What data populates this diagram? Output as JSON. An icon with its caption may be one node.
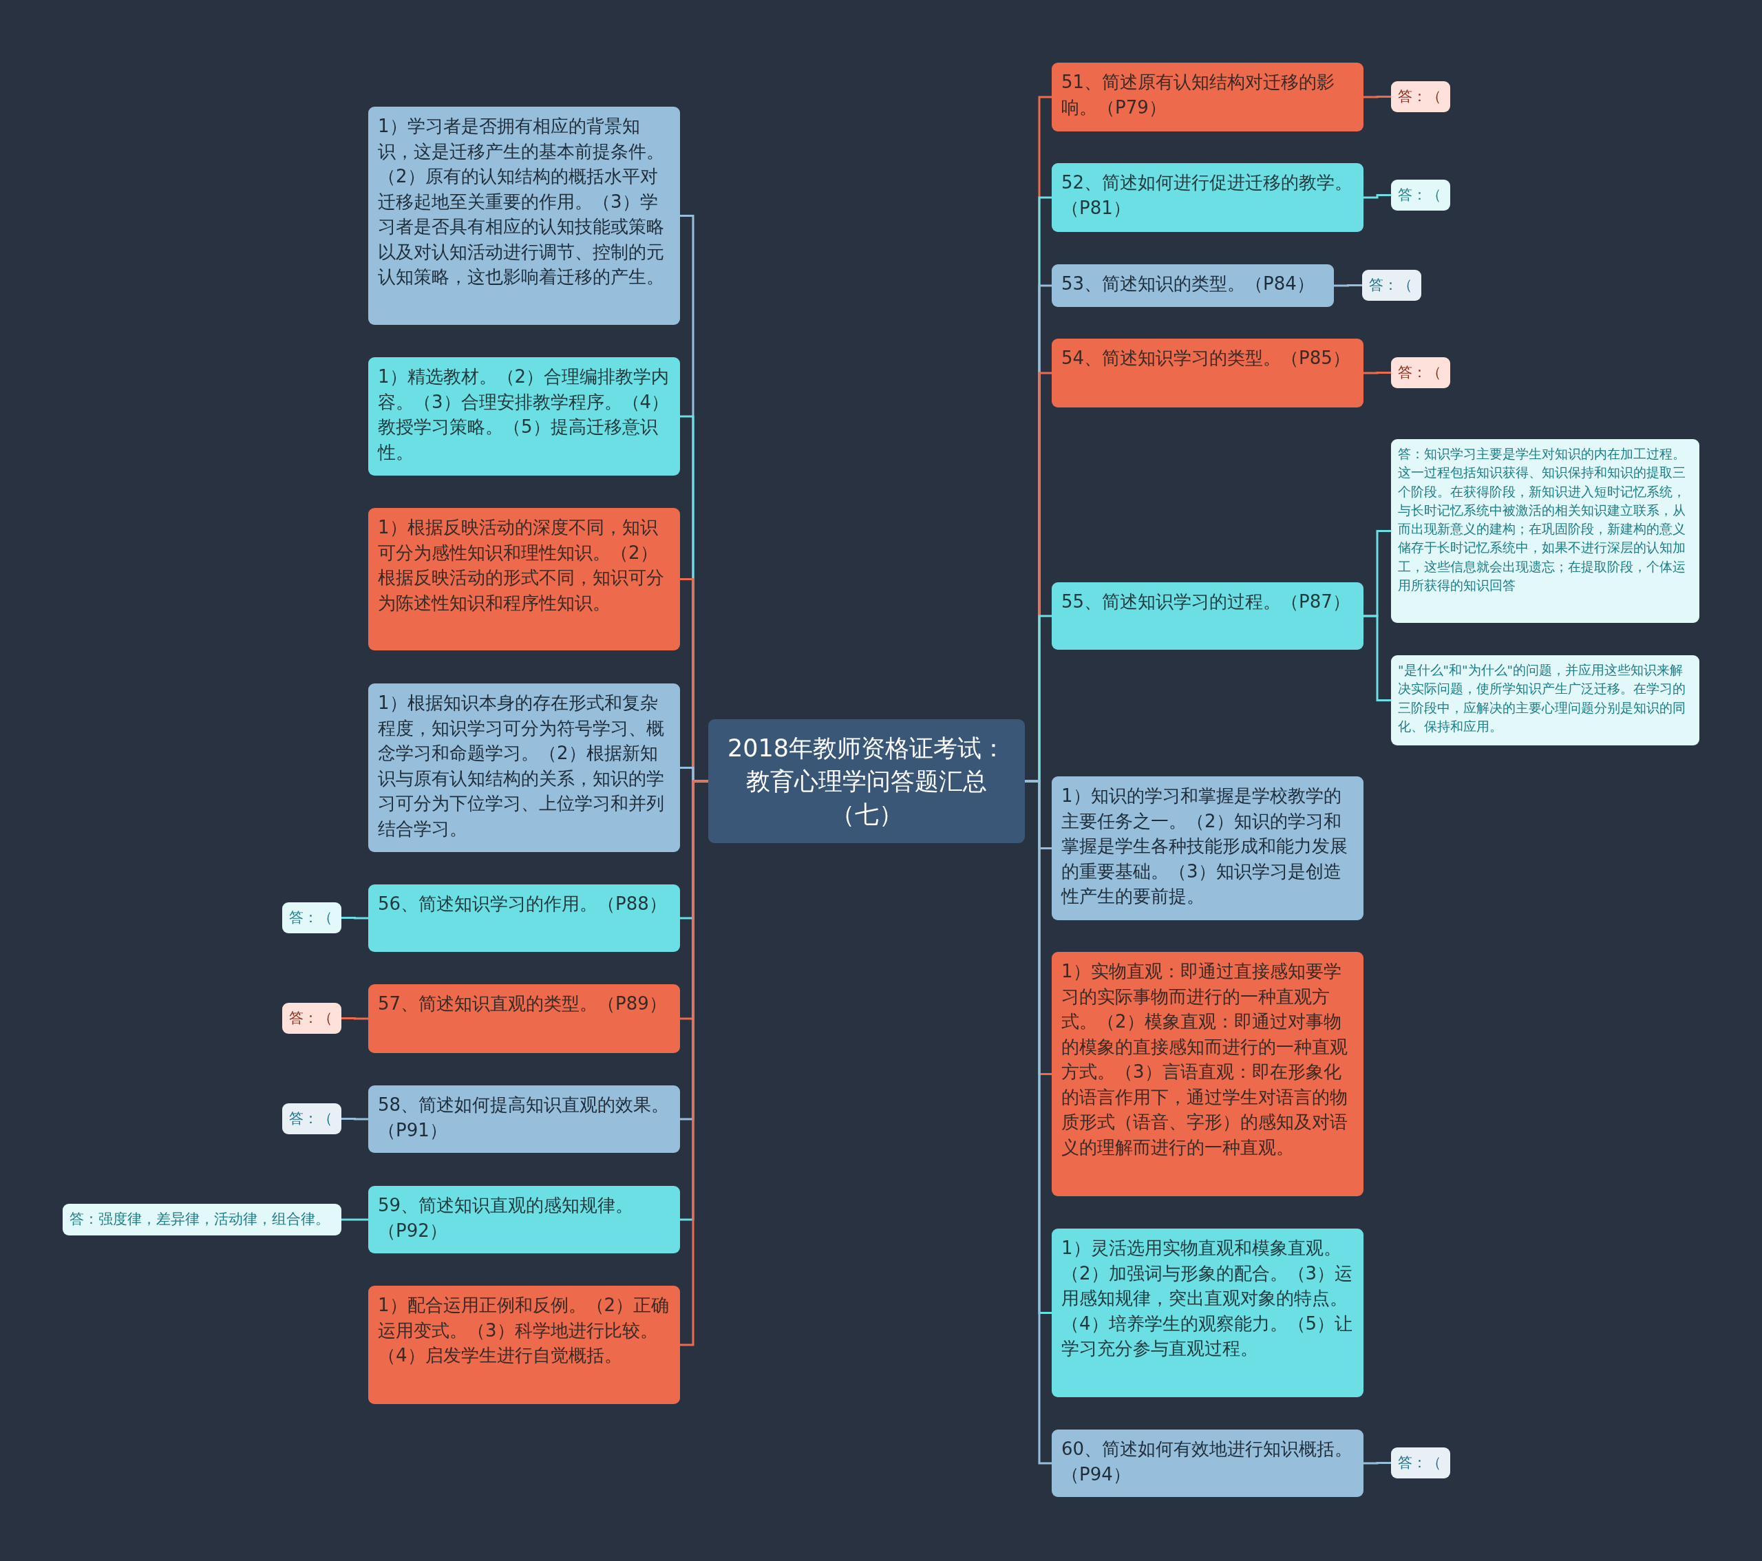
{
  "diagram": {
    "nodes": [
      {
        "text": [
          "2018年教师资格证考试：教育心理学问答题汇总（七）"
        ]
      },
      {
        "text": [
          "51、简述原有认知结构对迁移的影响。（P79）"
        ]
      },
      {
        "text": [
          "答：（"
        ]
      },
      {
        "text": [
          "52、简述如何进行促进迁移的教学。（P81）"
        ]
      },
      {
        "text": [
          "答：（"
        ]
      },
      {
        "text": [
          "53、简述知识的类型。（P84）"
        ]
      },
      {
        "text": [
          "答：（"
        ]
      },
      {
        "text": [
          "54、简述知识学习的类型。（P85）"
        ]
      },
      {
        "text": [
          "答：（"
        ]
      },
      {
        "text": [
          "55、简述知识学习的过程。（P87）"
        ]
      },
      {
        "text": [
          "答：知识学习主要是学生对知识的内在加工过程。这一过程包括知识获得、知识保持和知识的提取三个阶段。在获得阶段，新知识进入短时记忆系统，与长时记忆系统中被激活的相关知识建立联系，从而出现新意义的建构；在巩固阶段，新建构的意义储存于长时记忆系统中，如果不进行深层的认知加工，这些信息就会出现遗忘；在提取阶段，个体运用所获得的知识回答"
        ]
      },
      {
        "text": [
          "\"是什么\"和\"为什么\"的问题，并应用这些知识来解决实际问题，使所学知识产生广泛迁移。在学习的三阶段中，应解决的主要心理问题分别是知识的同化、保持和应用。"
        ]
      },
      {
        "text": [
          "1）知识的学习和掌握是学校教学的主要任务之一。（2）知识的学习和掌握是学生各种技能形成和能力发展的重要基础。（3）知识学习是创造性产生的要前提。"
        ]
      },
      {
        "text": [
          "1）实物直观：即通过直接感知要学习的实际事物而进行的一种直观方式。（2）模象直观：即通过对事物的模象的直接感知而进行的一种直观方式。（3）言语直观：即在形象化的语言作用下，通过学生对语言的物质形式（语音、字形）的感知及对语义的理解而进行的一种直观。"
        ]
      },
      {
        "text": [
          "1）灵活选用实物直观和模象直观。（2）加强词与形象的配合。（3）运用感知规律，突出直观对象的特点。（4）培养学生的观察能力。（5）让学习充分参与直观过程。"
        ]
      },
      {
        "text": [
          "60、简述如何有效地进行知识概括。（P94）"
        ]
      },
      {
        "text": [
          "答：（"
        ]
      },
      {
        "text": [
          "1）学习者是否拥有相应的背景知识，这是迁移产生的基本前提条件。（2）原有的认知结构的概括水平对迁移起地至关重要的作用。（3）学习者是否具有相应的认知技能或策略以及对认知活动进行调节、控制的元认知策略，这也影响着迁移的产生。"
        ]
      },
      {
        "text": [
          "1）精选教材。（2）合理编排教学内容。（3）合理安排教学程序。（4）教授学习策略。（5）提高迁移意识性。"
        ]
      },
      {
        "text": [
          "1）根据反映活动的深度不同，知识可分为感性知识和理性知识。（2）根据反映活动的形式不同，知识可分为陈述性知识和程序性知识。"
        ]
      },
      {
        "text": [
          "1）根据知识本身的存在形式和复杂程度，知识学习可分为符号学习、概念学习和命题学习。（2）根据新知识与原有认知结构的关系，知识的学习可分为下位学习、上位学习和并列结合学习。"
        ]
      },
      {
        "text": [
          "56、简述知识学习的作用。（P88）"
        ]
      },
      {
        "text": [
          "答：（"
        ]
      },
      {
        "text": [
          "57、简述知识直观的类型。（P89）"
        ]
      },
      {
        "text": [
          "答：（"
        ]
      },
      {
        "text": [
          "58、简述如何提高知识直观的效果。（P91）"
        ]
      },
      {
        "text": [
          "答：（"
        ]
      },
      {
        "text": [
          "59、简述知识直观的感知规律。（P92）"
        ]
      },
      {
        "text": [
          "答：强度律，差异律，活动律，组合律。"
        ]
      },
      {
        "text": [
          "1）配合运用正例和反例。（2）正确运用变式。（3）科学地进行比较。（4）启发学生进行自觉概括。"
        ]
      }
    ],
    "edges": [
      {
        "from": 0,
        "to": 1,
        "arrow": "none",
        "color": "#ee6a4c"
      },
      {
        "from": 1,
        "to": 2,
        "arrow": "none",
        "color": "#ee6a4c"
      },
      {
        "from": 0,
        "to": 3,
        "arrow": "none",
        "color": "#6cdfe5"
      },
      {
        "from": 3,
        "to": 4,
        "arrow": "none",
        "color": "#6cdfe5"
      },
      {
        "from": 0,
        "to": 5,
        "arrow": "none",
        "color": "#97bfdc"
      },
      {
        "from": 5,
        "to": 6,
        "arrow": "none",
        "color": "#97bfdc"
      },
      {
        "from": 0,
        "to": 7,
        "arrow": "none",
        "color": "#ee6a4c"
      },
      {
        "from": 7,
        "to": 8,
        "arrow": "none",
        "color": "#ee6a4c"
      },
      {
        "from": 0,
        "to": 9,
        "arrow": "none",
        "color": "#6cdfe5"
      },
      {
        "from": 9,
        "to": 10,
        "arrow": "none",
        "color": "#6cdfe5"
      },
      {
        "from": 9,
        "to": 11,
        "arrow": "none",
        "color": "#6cdfe5"
      },
      {
        "from": 0,
        "to": 12,
        "arrow": "none",
        "color": "#97bfdc"
      },
      {
        "from": 0,
        "to": 13,
        "arrow": "none",
        "color": "#ee6a4c"
      },
      {
        "from": 0,
        "to": 14,
        "arrow": "none",
        "color": "#6cdfe5"
      },
      {
        "from": 0,
        "to": 15,
        "arrow": "none",
        "color": "#97bfdc"
      },
      {
        "from": 15,
        "to": 16,
        "arrow": "none",
        "color": "#97bfdc"
      },
      {
        "from": 0,
        "to": 17,
        "arrow": "none",
        "color": "#97bfdc"
      },
      {
        "from": 0,
        "to": 18,
        "arrow": "none",
        "color": "#6cdfe5"
      },
      {
        "from": 0,
        "to": 19,
        "arrow": "none",
        "color": "#ee6a4c"
      },
      {
        "from": 0,
        "to": 20,
        "arrow": "none",
        "color": "#97bfdc"
      },
      {
        "from": 0,
        "to": 21,
        "arrow": "none",
        "color": "#6cdfe5"
      },
      {
        "from": 21,
        "to": 22,
        "arrow": "none",
        "color": "#6cdfe5"
      },
      {
        "from": 0,
        "to": 23,
        "arrow": "none",
        "color": "#ee6a4c"
      },
      {
        "from": 23,
        "to": 24,
        "arrow": "none",
        "color": "#ee6a4c"
      },
      {
        "from": 0,
        "to": 25,
        "arrow": "none",
        "color": "#97bfdc"
      },
      {
        "from": 25,
        "to": 26,
        "arrow": "none",
        "color": "#97bfdc"
      },
      {
        "from": 0,
        "to": 27,
        "arrow": "none",
        "color": "#6cdfe5"
      },
      {
        "from": 27,
        "to": 28,
        "arrow": "none",
        "color": "#6cdfe5"
      },
      {
        "from": 0,
        "to": 29,
        "arrow": "none",
        "color": "#ee6a4c"
      }
    ]
  }
}
